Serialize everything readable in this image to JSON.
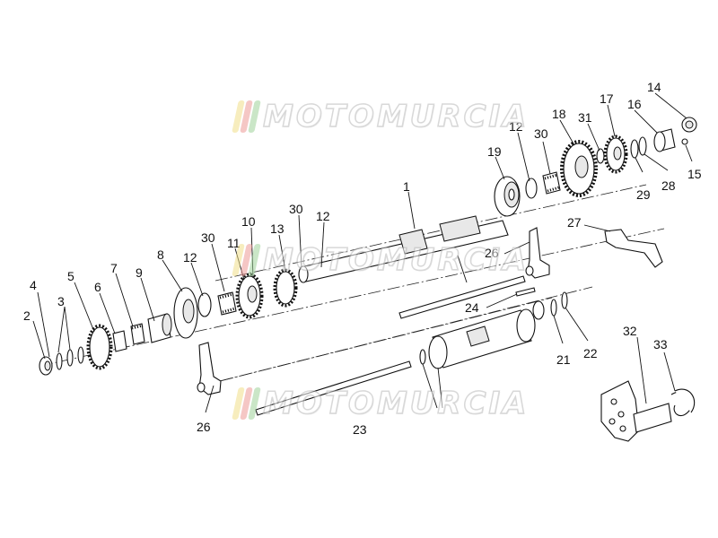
{
  "watermark": {
    "text": "MOTOMURCIA",
    "flag_colors": [
      "#f1e08a",
      "#ee9a97",
      "#9fd39a"
    ]
  },
  "callouts": [
    {
      "id": "c1",
      "text": "1"
    },
    {
      "id": "c2",
      "text": "2"
    },
    {
      "id": "c3",
      "text": "3"
    },
    {
      "id": "c4",
      "text": "4"
    },
    {
      "id": "c5",
      "text": "5"
    },
    {
      "id": "c6",
      "text": "6"
    },
    {
      "id": "c7",
      "text": "7"
    },
    {
      "id": "c8",
      "text": "8"
    },
    {
      "id": "c9",
      "text": "9"
    },
    {
      "id": "c10",
      "text": "10"
    },
    {
      "id": "c11",
      "text": "11"
    },
    {
      "id": "c12a",
      "text": "12"
    },
    {
      "id": "c12b",
      "text": "12"
    },
    {
      "id": "c12c",
      "text": "12"
    },
    {
      "id": "c13",
      "text": "13"
    },
    {
      "id": "c14",
      "text": "14"
    },
    {
      "id": "c15",
      "text": "15"
    },
    {
      "id": "c16",
      "text": "16"
    },
    {
      "id": "c17",
      "text": "17"
    },
    {
      "id": "c18",
      "text": "18"
    },
    {
      "id": "c19",
      "text": "19"
    },
    {
      "id": "c21",
      "text": "21"
    },
    {
      "id": "c22",
      "text": "22"
    },
    {
      "id": "c23",
      "text": "23"
    },
    {
      "id": "c24",
      "text": "24"
    },
    {
      "id": "c26a",
      "text": "26"
    },
    {
      "id": "c26b",
      "text": "26"
    },
    {
      "id": "c27",
      "text": "27"
    },
    {
      "id": "c28",
      "text": "28"
    },
    {
      "id": "c29",
      "text": "29"
    },
    {
      "id": "c30a",
      "text": "30"
    },
    {
      "id": "c30b",
      "text": "30"
    },
    {
      "id": "c30c",
      "text": "30"
    },
    {
      "id": "c31",
      "text": "31"
    },
    {
      "id": "c32",
      "text": "32"
    },
    {
      "id": "c33",
      "text": "33"
    }
  ]
}
